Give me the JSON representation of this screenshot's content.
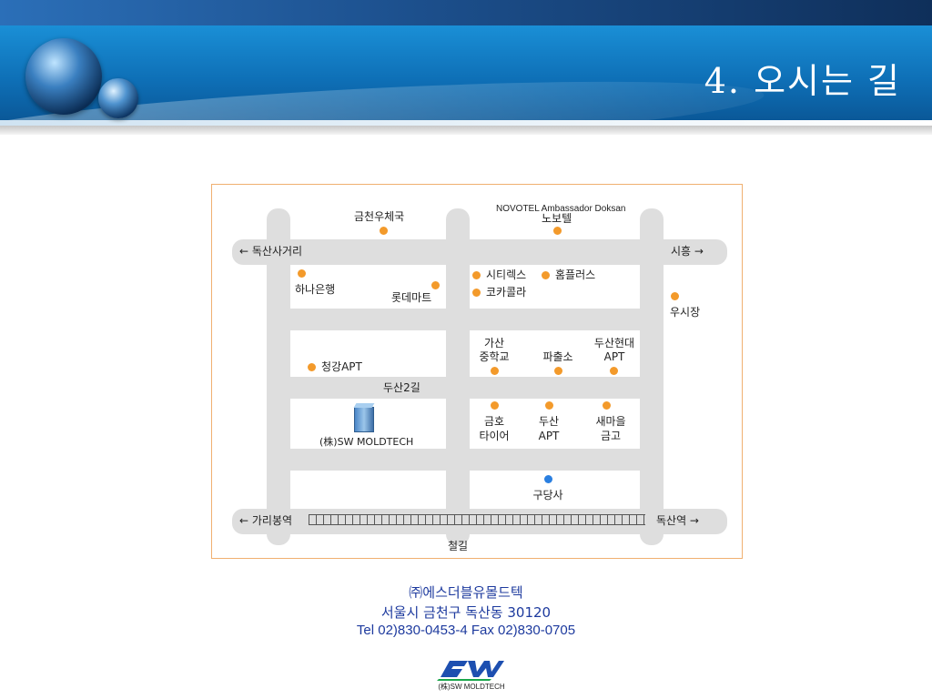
{
  "header": {
    "title": "4. 오시는 길"
  },
  "map": {
    "streets": {
      "west_road": "← 독산사거리",
      "east_road": "시흥 →",
      "middle_road": "두산2길",
      "station_west": "← 가리봉역",
      "station_east": "독산역 →",
      "railway": "철길"
    },
    "places": {
      "post_office": "금천우체국",
      "novotel_en": "NOVOTEL Ambassador Doksan",
      "novotel_ko": "노보텔",
      "hana_bank": "하나은행",
      "lotte_mart": "롯데마트",
      "citilex": "시티렉스",
      "homeplus": "홈플러스",
      "cocacola": "코카콜라",
      "market": "우시장",
      "gasan_school_1": "가산",
      "gasan_school_2": "중학교",
      "police_box": "파출소",
      "doosan_hyundai_1": "두산현대",
      "doosan_hyundai_2": "APT",
      "chunggang_apt": "청강APT",
      "company": "(株)SW MOLDTECH",
      "kumho_1": "금호",
      "kumho_2": "타이어",
      "doosan_apt_1": "두산",
      "doosan_apt_2": "APT",
      "saemaul_1": "새마을",
      "saemaul_2": "금고",
      "gudangsa": "구당사"
    },
    "colors": {
      "landmark_dot": "#f39a2b",
      "temple_dot": "#2a7fe0",
      "road": "#dedede",
      "border": "#f0b070"
    }
  },
  "footer": {
    "company_name": "㈜에스더블유몰드텍",
    "address": "서울시 금천구 독산동 30120",
    "contact": "Tel 02)830-0453-4  Fax 02)830-0705",
    "logo_mark": "SW",
    "logo_text": "(株)SW MOLDTECH"
  },
  "accent_colors": {
    "banner": "#0e6fb6",
    "footer_text": "#1d3a9e"
  }
}
